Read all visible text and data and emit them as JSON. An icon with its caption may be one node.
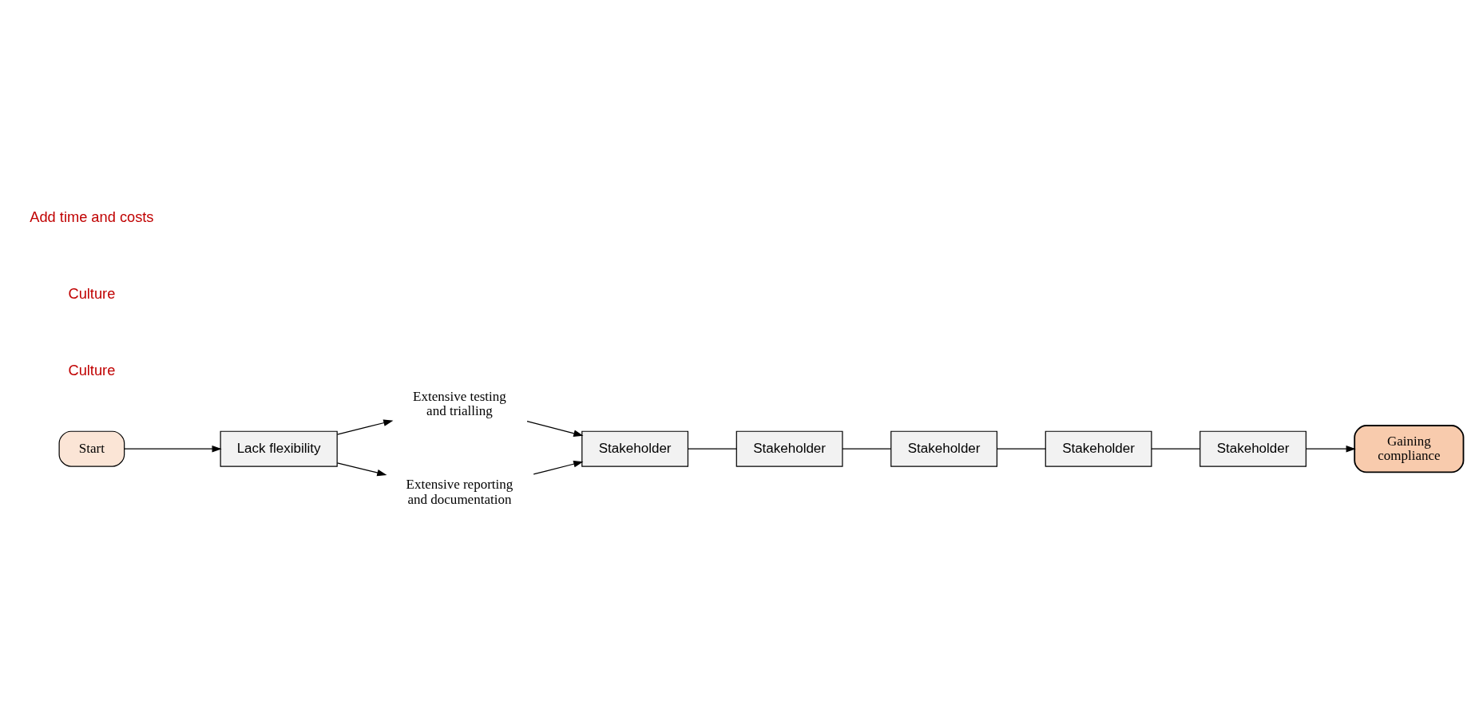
{
  "diagram": {
    "nodes": [
      {
        "text": [
          "Start"
        ]
      },
      {
        "text": [
          "Lack flexibility"
        ]
      },
      {
        "text": [
          "Extensive testing and trialling"
        ]
      },
      {
        "text": [
          "Extensive reporting and documentation"
        ]
      },
      {
        "text": [
          "Stakeholder"
        ]
      },
      {
        "text": [
          "Stakeholder"
        ]
      },
      {
        "text": [
          "Stakeholder"
        ]
      },
      {
        "text": [
          "Stakeholder"
        ]
      },
      {
        "text": [
          "Stakeholder"
        ]
      },
      {
        "text": [
          "Gaining compliance"
        ]
      }
    ],
    "edges": [
      {
        "from": 0,
        "to": 1,
        "arrow": "to"
      },
      {
        "from": 1,
        "to": 2,
        "arrow": "to"
      },
      {
        "from": 1,
        "to": 3,
        "arrow": "to"
      },
      {
        "from": 2,
        "to": 4,
        "arrow": "to"
      },
      {
        "from": 3,
        "to": 4,
        "arrow": "to"
      },
      {
        "from": 4,
        "to": 5,
        "arrow": "none"
      },
      {
        "from": 5,
        "to": 6,
        "arrow": "none"
      },
      {
        "from": 6,
        "to": 7,
        "arrow": "none"
      },
      {
        "from": 7,
        "to": 8,
        "arrow": "none"
      },
      {
        "from": 8,
        "to": 9,
        "arrow": "to"
      }
    ],
    "labels": [
      "Culture",
      "Culture",
      "Add time and costs"
    ]
  }
}
